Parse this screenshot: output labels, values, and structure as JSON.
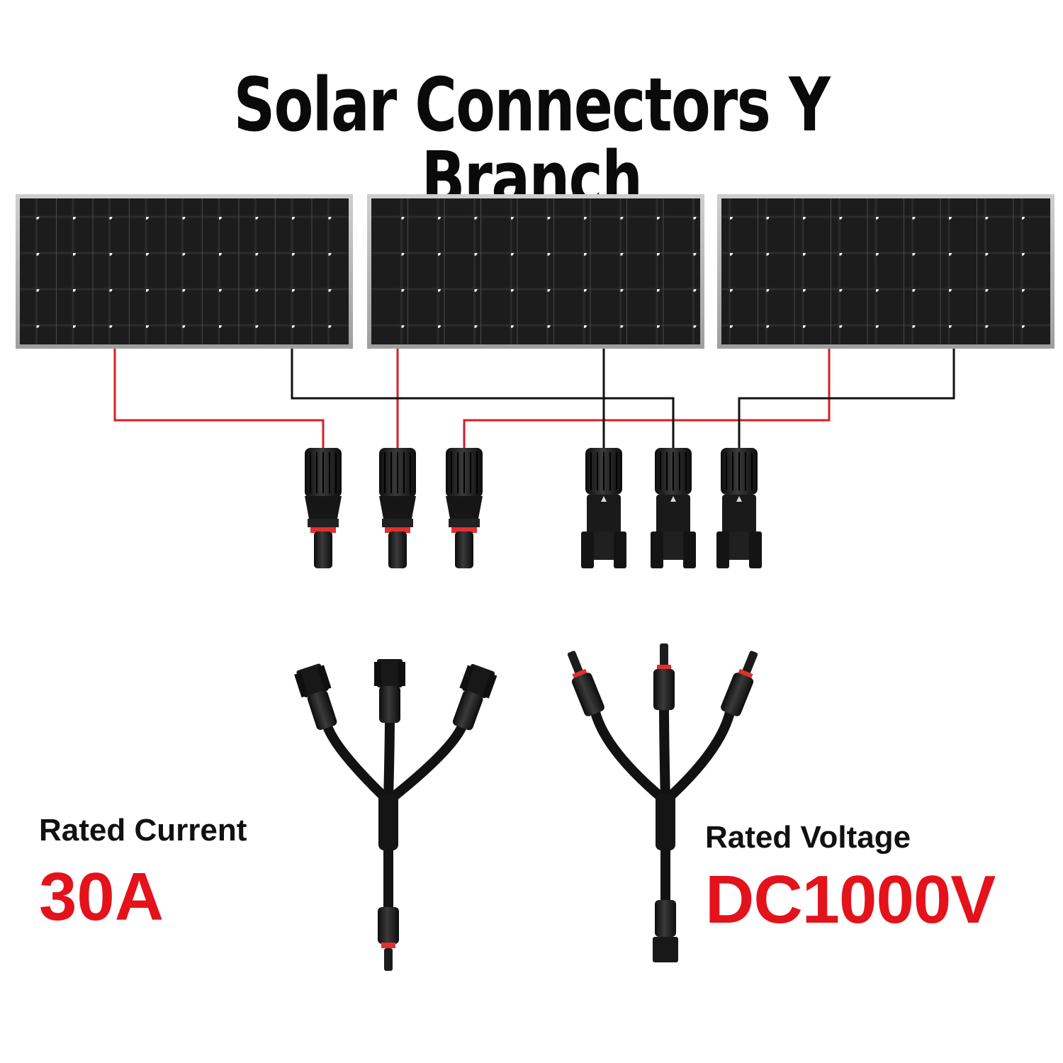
{
  "title": "Solar Connectors Y Branch",
  "specs": {
    "current": {
      "label": "Rated Current",
      "value": "30A"
    },
    "voltage": {
      "label": "Rated Voltage",
      "value": "DC1000V"
    }
  },
  "colors": {
    "positive_wire": "#d81e28",
    "negative_wire": "#111111",
    "value_text": "#e4121b",
    "panel_frame": "#b9b9b9",
    "panel_cell": "#1a1a1a",
    "connector_body": "#1c1c1c",
    "seal_ring": "#e23030"
  },
  "panels": [
    {
      "name": "solar-panel-1"
    },
    {
      "name": "solar-panel-2"
    },
    {
      "name": "solar-panel-3"
    }
  ],
  "connectors": [
    {
      "type": "female",
      "wire": "positive"
    },
    {
      "type": "female",
      "wire": "positive"
    },
    {
      "type": "female",
      "wire": "positive"
    },
    {
      "type": "male",
      "wire": "negative"
    },
    {
      "type": "male",
      "wire": "negative"
    },
    {
      "type": "male",
      "wire": "negative"
    }
  ],
  "y_branch_cables": [
    {
      "name": "y-branch-cable-female",
      "branch_connector": "female"
    },
    {
      "name": "y-branch-cable-male",
      "branch_connector": "male"
    }
  ]
}
